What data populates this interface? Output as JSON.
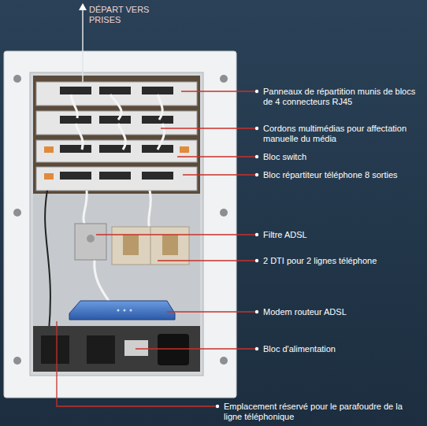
{
  "diagram": {
    "labels": [
      "DÉPART VERS PRISES",
      "Panneaux de répartition munis de blocs de 4 connecteurs RJ45",
      "Cordons multimédias pour affectation manuelle du média",
      "Bloc switch",
      "Bloc répartiteur téléphone 8 sorties",
      "Filtre ADSL",
      "2 DTI   pour 2 lignes téléphone",
      "Modem routeur ADSL",
      "Bloc d'alimentation",
      "Emplacement réservé pour le parafoudre de la ligne téléphonique"
    ]
  }
}
